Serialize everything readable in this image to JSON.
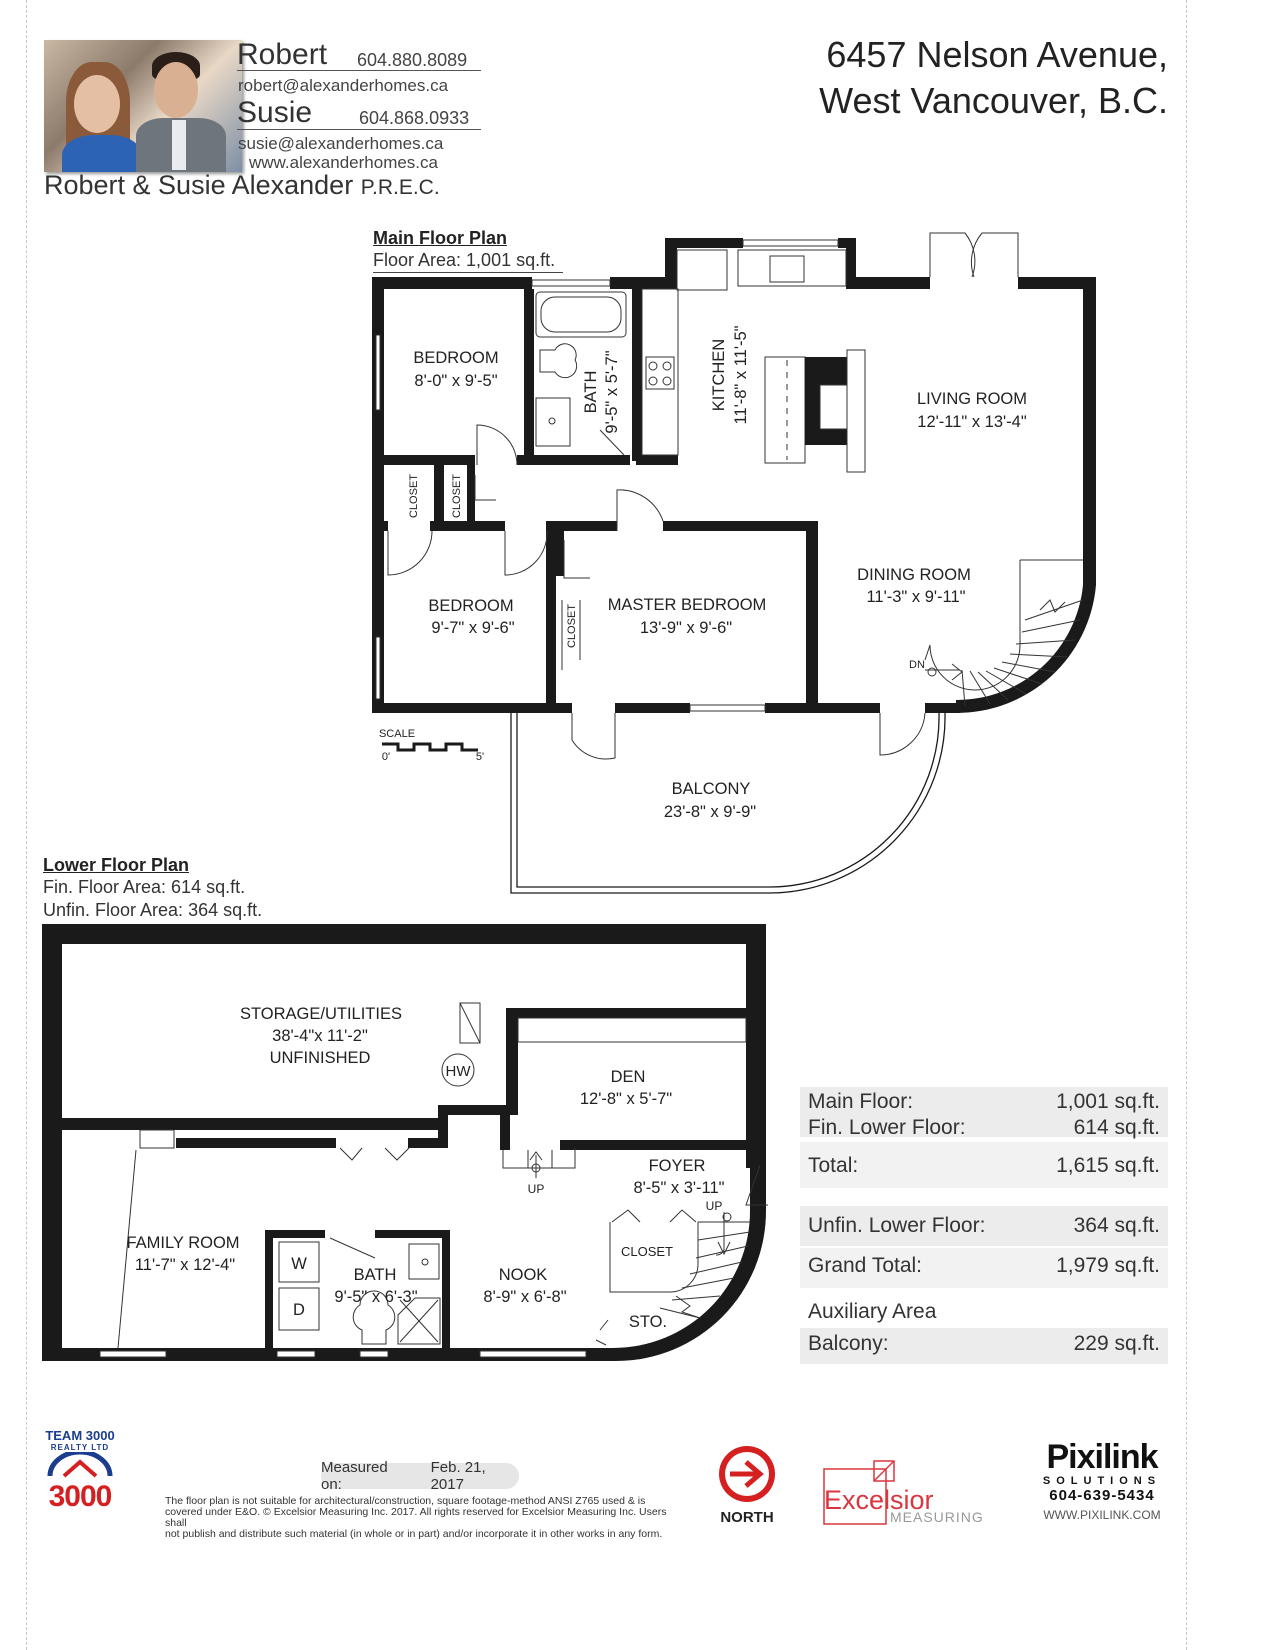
{
  "agents": {
    "robert": {
      "name": "Robert",
      "phone": "604.880.8089",
      "email": "robert@alexanderhomes.ca"
    },
    "susie": {
      "name": "Susie",
      "phone": "604.868.0933",
      "email": "susie@alexanderhomes.ca"
    },
    "website": "www.alexanderhomes.ca",
    "team": "Robert & Susie Alexander",
    "designation": "P.R.E.C."
  },
  "address": {
    "line1": "6457 Nelson Avenue,",
    "line2": "West Vancouver, B.C."
  },
  "main_floor": {
    "title": "Main Floor Plan",
    "area": "Floor Area: 1,001 sq.ft.",
    "rooms": {
      "bedroom1": {
        "name": "BEDROOM",
        "dims": "8'-0\" x 9'-5\""
      },
      "bath": {
        "name": "BATH",
        "dims": "9'-5\" x 5'-7\""
      },
      "kitchen": {
        "name": "KITCHEN",
        "dims": "11'-8\" x 11'-5\""
      },
      "living": {
        "name": "LIVING ROOM",
        "dims": "12'-11\" x 13'-4\""
      },
      "closet1": "CLOSET",
      "closet2": "CLOSET",
      "closet3": "CLOSET",
      "bedroom2": {
        "name": "BEDROOM",
        "dims": "9'-7\" x 9'-6\""
      },
      "master": {
        "name": "MASTER BEDROOM",
        "dims": "13'-9\" x 9'-6\""
      },
      "dining": {
        "name": "DINING ROOM",
        "dims": "11'-3\" x 9'-11\""
      },
      "balcony": {
        "name": "BALCONY",
        "dims": "23'-8\" x 9'-9\""
      }
    },
    "stair_label": "DN",
    "scale": {
      "label": "SCALE",
      "start": "0'",
      "end": "5'"
    }
  },
  "lower_floor": {
    "title": "Lower Floor Plan",
    "fin_area": "Fin. Floor Area: 614 sq.ft.",
    "unfin_area": "Unfin. Floor Area: 364 sq.ft.",
    "rooms": {
      "storage": {
        "name": "STORAGE/UTILITIES",
        "dims": "38'-4\"x 11'-2\"",
        "note": "UNFINISHED"
      },
      "hw": "HW",
      "den": {
        "name": "DEN",
        "dims": "12'-8\" x 5'-7\""
      },
      "foyer": {
        "name": "FOYER",
        "dims": "8'-5\" x 3'-11\""
      },
      "family": {
        "name": "FAMILY ROOM",
        "dims": "11'-7\" x 12'-4\""
      },
      "bath": {
        "name": "BATH",
        "dims": "9'-5\" x 6'-3\""
      },
      "nook": {
        "name": "NOOK",
        "dims": "8'-9\" x 6'-8\""
      },
      "closet": "CLOSET",
      "sto": "STO.",
      "washer": "W",
      "dryer": "D",
      "up1": "UP",
      "up2": "UP"
    }
  },
  "areas": {
    "main_label": "Main Floor:",
    "main_value": "1,001 sq.ft.",
    "finlower_label": "Fin. Lower Floor:",
    "finlower_value": "614 sq.ft.",
    "total_label": "Total:",
    "total_value": "1,615 sq.ft.",
    "unfin_label": "Unfin. Lower Floor:",
    "unfin_value": "364 sq.ft.",
    "grand_label": "Grand Total:",
    "grand_value": "1,979 sq.ft.",
    "aux_title": "Auxiliary Area",
    "balcony_label": "Balcony:",
    "balcony_value": "229 sq.ft."
  },
  "footer": {
    "team_logo_top": "TEAM 3000",
    "team_logo_sub": "REALTY LTD",
    "team_logo_num": "3000",
    "measured_label": "Measured on:",
    "measured_date": "Feb. 21, 2017",
    "disclaimer1": "The floor plan is not suitable for architectural/construction, square footage-method ANSI Z765 used & is",
    "disclaimer2": "covered under E&O. © Excelsior Measuring Inc. 2017. All rights reserved for Excelsior Measuring Inc. Users shall",
    "disclaimer3": "not publish and distribute such material (in whole or in part) and/or incorporate it in other works in any form.",
    "north": "NORTH",
    "excelsior": "Excelsior",
    "measuring": "MEASURING",
    "pixilink": "Pixilink",
    "solutions": "SOLUTIONS",
    "pixilink_phone": "604-639-5434",
    "pixilink_url": "WWW.PIXILINK.COM"
  },
  "colors": {
    "wall": "#1a1a1a",
    "north_red": "#d42020",
    "excelsior_red": "#d9363e",
    "team_blue": "#1a3d8f",
    "team_red": "#d42020"
  }
}
